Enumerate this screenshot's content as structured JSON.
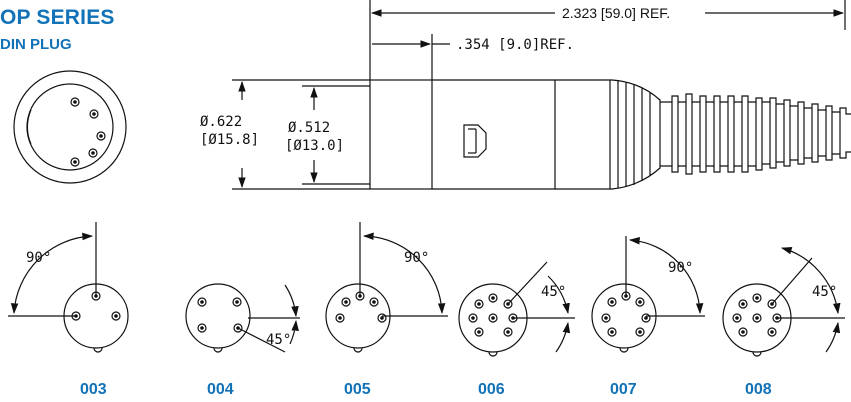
{
  "header": {
    "series_title": "OP SERIES",
    "subtitle": "DIN PLUG"
  },
  "dimensions": {
    "overall_length": "2.323 [59.0] REF.",
    "front_length": ".354  [9.0]REF.",
    "outer_diameter_in": "Ø.622",
    "outer_diameter_mm": "[Ø15.8]",
    "inner_diameter_in": "Ø.512",
    "inner_diameter_mm": "[Ø13.0]"
  },
  "pin_layouts": [
    {
      "code": "003",
      "angle_label": "90°"
    },
    {
      "code": "004",
      "angle_label": "45°"
    },
    {
      "code": "005",
      "angle_label": "90°"
    },
    {
      "code": "006",
      "angle_label": "45°"
    },
    {
      "code": "007",
      "angle_label": "90°"
    },
    {
      "code": "008",
      "angle_label": "45°"
    }
  ],
  "colors": {
    "accent": "#1272b8",
    "line": "#111111"
  }
}
